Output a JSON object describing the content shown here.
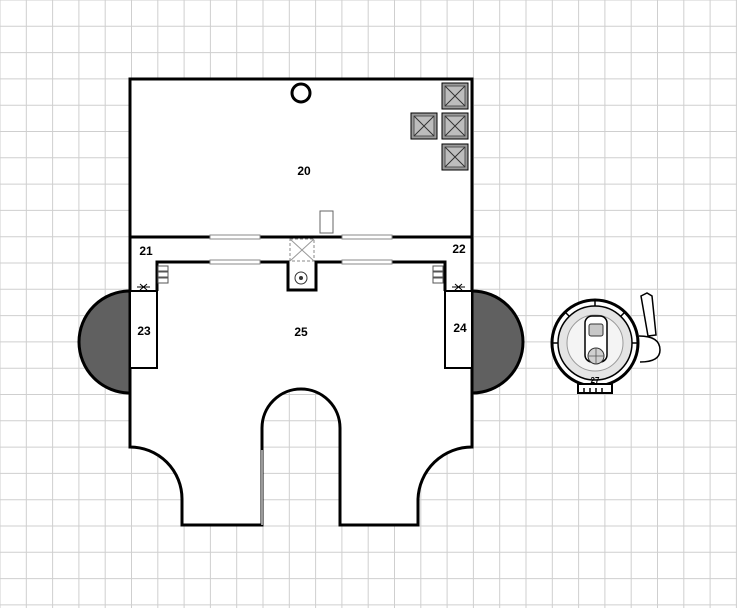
{
  "map": {
    "rooms": [
      {
        "id": "room-20",
        "label": "20"
      },
      {
        "id": "room-21",
        "label": "21"
      },
      {
        "id": "room-22",
        "label": "22"
      },
      {
        "id": "room-23",
        "label": "23"
      },
      {
        "id": "room-24",
        "label": "24"
      },
      {
        "id": "room-25",
        "label": "25"
      },
      {
        "id": "room-27",
        "label": "27"
      }
    ],
    "colors": {
      "grid": "#cfcfcf",
      "wall": "#000000",
      "tower": "#606060",
      "crate": "#9a9a9a",
      "floor": "#ffffff",
      "vehicle": "#c8c8c8"
    },
    "features": [
      "well",
      "crates",
      "portcullis",
      "stairs",
      "doors",
      "rotunda",
      "turret"
    ]
  }
}
